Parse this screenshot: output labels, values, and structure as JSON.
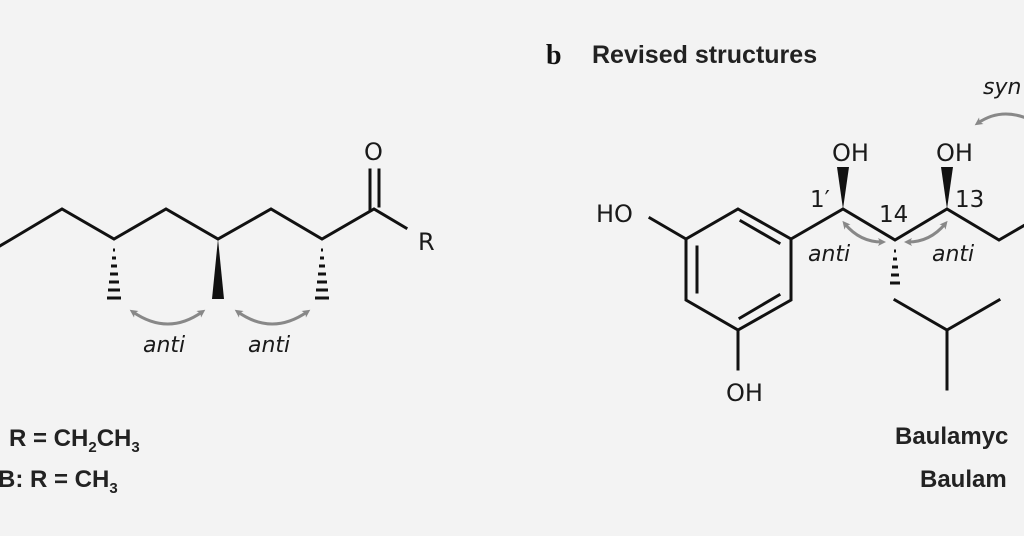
{
  "left_panel": {
    "atoms": {
      "carbonyl_o": "O",
      "r_group": "R"
    },
    "relations": [
      "anti",
      "anti"
    ],
    "compound_lines": [
      {
        "prefix": "R = CH",
        "sub1": "2",
        "mid": "CH",
        "sub2": "3"
      },
      {
        "prefix": "B: R = CH",
        "sub1": "3"
      }
    ]
  },
  "right_panel": {
    "panel_letter": "b",
    "title": "Revised structures",
    "atoms": {
      "ho_left": "HO",
      "oh_bottom": "OH",
      "oh_c1": "OH",
      "oh_c13": "OH"
    },
    "locants": {
      "c1": "1′",
      "c14": "14",
      "c13": "13"
    },
    "relations": {
      "anti_1": "anti",
      "anti_2": "anti",
      "syn": "syn"
    },
    "compound_names": [
      "Baulamyc",
      "Baulam"
    ]
  },
  "colors": {
    "background": "#f3f3f3",
    "bonds": "#111111",
    "arrows": "#888888"
  }
}
